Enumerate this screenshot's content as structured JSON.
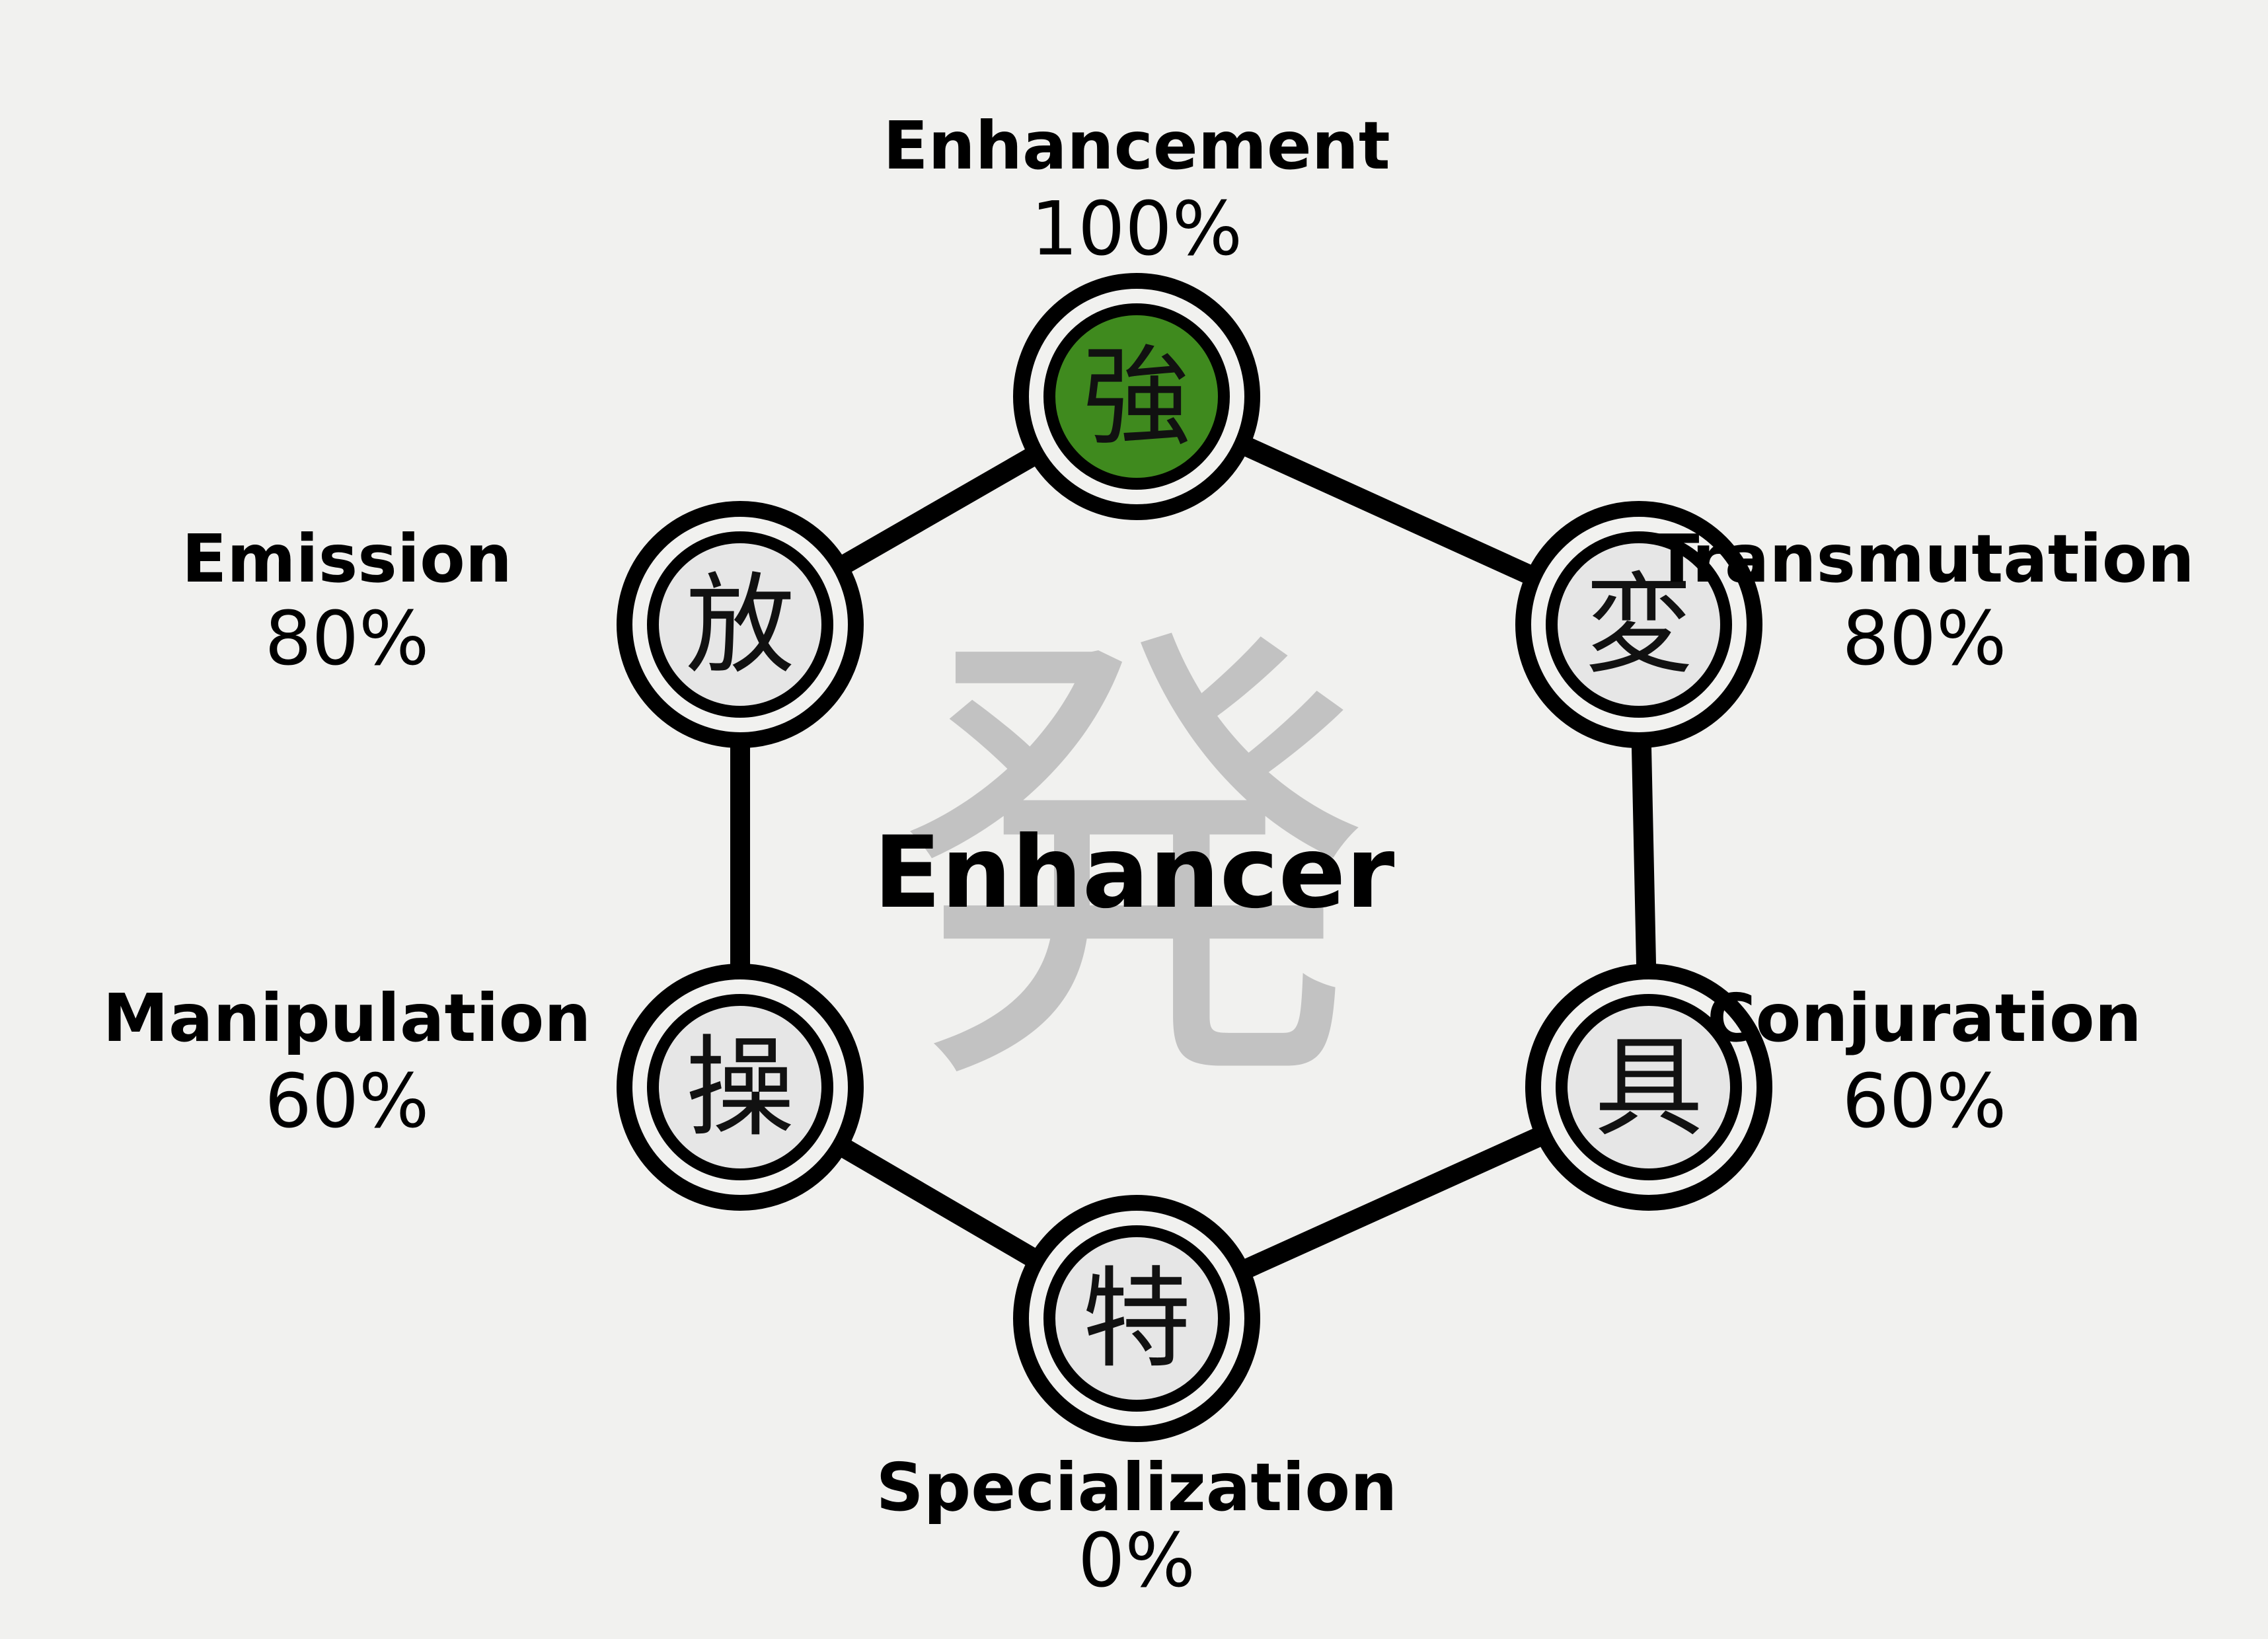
{
  "center": {
    "background_kanji": "発",
    "title": "Enhancer"
  },
  "categories": [
    {
      "id": "enhancement",
      "name": "Enhancement",
      "percent": "100%",
      "kanji": "強",
      "highlighted": true
    },
    {
      "id": "transmutation",
      "name": "Transmutation",
      "percent": "80%",
      "kanji": "変",
      "highlighted": false
    },
    {
      "id": "conjuration",
      "name": "Conjuration",
      "percent": "60%",
      "kanji": "具",
      "highlighted": false
    },
    {
      "id": "specialization",
      "name": "Specialization",
      "percent": "0%",
      "kanji": "特",
      "highlighted": false
    },
    {
      "id": "manipulation",
      "name": "Manipulation",
      "percent": "60%",
      "kanji": "操",
      "highlighted": false
    },
    {
      "id": "emission",
      "name": "Emission",
      "percent": "80%",
      "kanji": "放",
      "highlighted": false
    }
  ],
  "colors": {
    "background": "#f1f1ef",
    "highlight_fill": "#3f8a1e",
    "node_fill": "#e6e6e6",
    "stroke": "#000000",
    "watermark": "#c2c2c2"
  }
}
